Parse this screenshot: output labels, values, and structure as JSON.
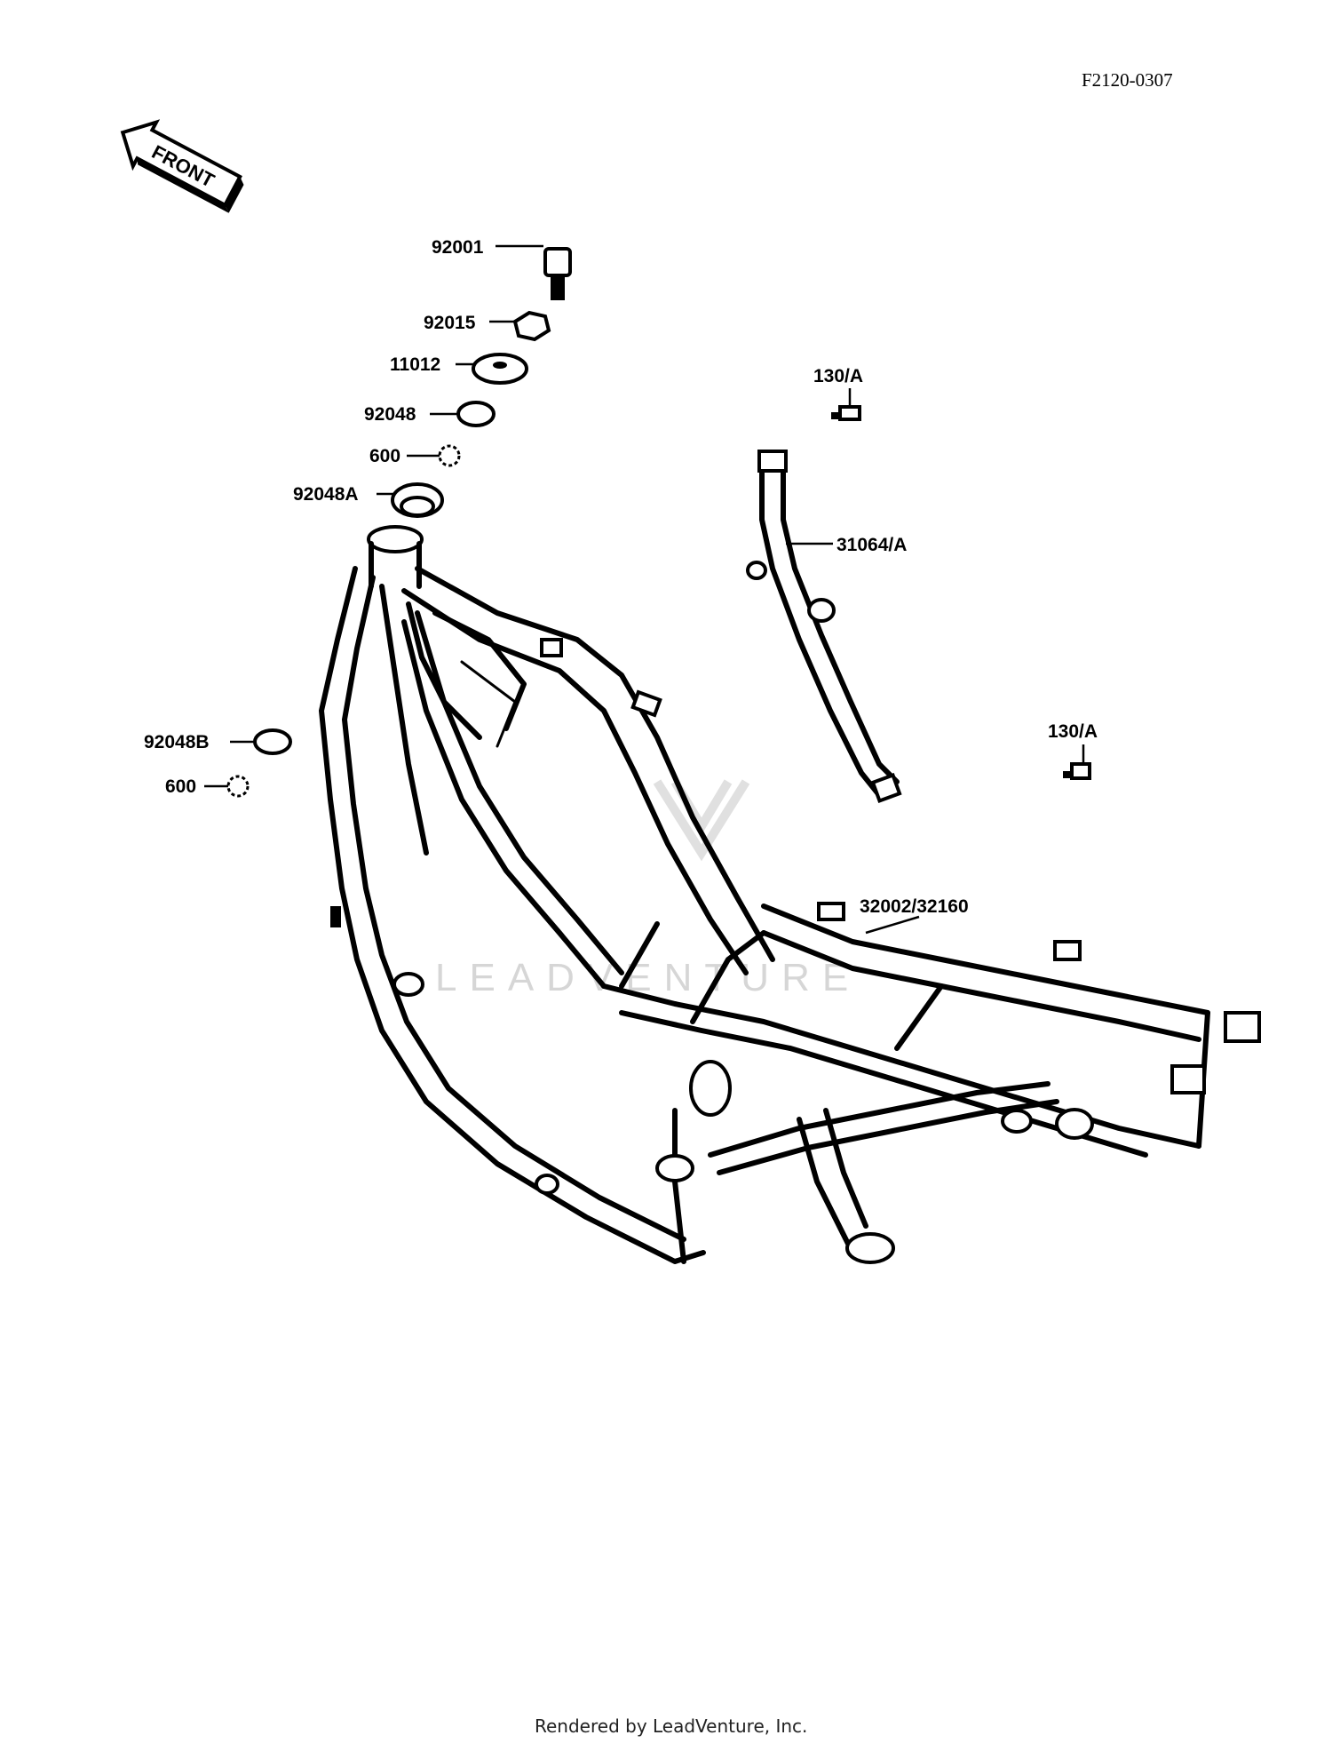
{
  "diagram_code": "F2120-0307",
  "front_arrow_text": "FRONT",
  "watermark_text": "LEADVENTURE",
  "footer": "Rendered by LeadVenture, Inc.",
  "callouts": {
    "c92001": "92001",
    "c92015": "92015",
    "c11012": "11012",
    "c92048": "92048",
    "c600_top": "600",
    "c92048A": "92048A",
    "c92048B": "92048B",
    "c600_side": "600",
    "c130A_top": "130/A",
    "c130A_right": "130/A",
    "c31064A": "31064/A",
    "c32002": "32002/32160"
  }
}
